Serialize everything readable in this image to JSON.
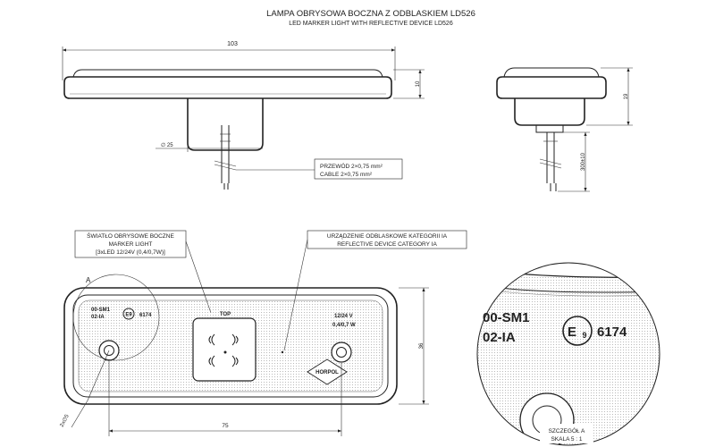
{
  "title": {
    "pl": "LAMPA OBRYSOWA BOCZNA Z ODBLASKIEM LD526",
    "en": "LED MARKER LIGHT WITH REFLECTIVE DEVICE LD526"
  },
  "dimensions": {
    "width": "103",
    "height_front": "10",
    "height_side": "19",
    "diameter": "25",
    "cable_length": "300±10",
    "front_height": "36",
    "hole_spacing": "75",
    "hole_diameter": "2x∅5"
  },
  "cable_note": {
    "pl": "PRZEWÓD 2×0,75 mm²",
    "en": "CABLE 2×0,75 mm²"
  },
  "marker_note": {
    "line1": "ŚWIATŁO OBRYSOWE BOCZNE",
    "line2": "MARKER LIGHT",
    "line3": "[3xLED 12/24V (0,4/0,7W)]"
  },
  "reflector_note": {
    "pl": "URZĄDZENIE ODBLASKOWE KATEGORII IA",
    "en": "REFLECTIVE DEVICE CATEGORY IA"
  },
  "front_labels": {
    "detail_letter": "A",
    "code1": "00-SM1",
    "code2": "02-IA",
    "e_mark": "E9",
    "approval": "6174",
    "top": "TOP",
    "voltage": "12/24 V",
    "power": "0,4/0,7 W",
    "brand": "HORPOL"
  },
  "detail": {
    "code1": "00-SM1",
    "code2": "02-IA",
    "e_letter": "E",
    "e_number": "9",
    "approval": "6174",
    "caption1": "SZCZEGÓŁ A",
    "caption2": "SKALA 5 : 1"
  }
}
